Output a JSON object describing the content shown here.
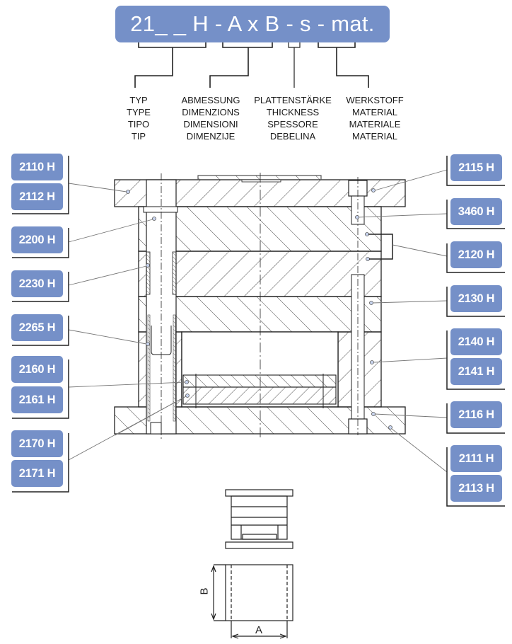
{
  "designation": {
    "code_format": "21_ _ H - A x B - s - mat.",
    "columns": [
      {
        "key": "type",
        "lines": [
          "TYP",
          "TYPE",
          "TIPO",
          "TIP"
        ]
      },
      {
        "key": "dimensions",
        "lines": [
          "ABMESSUNG",
          "DIMENZIONS",
          "DIMENSIONI",
          "DIMENZIJE"
        ]
      },
      {
        "key": "thickness",
        "lines": [
          "PLATTENSTÄRKE",
          "THICKNESS",
          "SPESSORE",
          "DEBELINA"
        ]
      },
      {
        "key": "material",
        "lines": [
          "WERKSTOFF",
          "MATERIAL",
          "MATERIALE",
          "MATERIAL"
        ]
      }
    ]
  },
  "left_tags": [
    {
      "group": "top-clamp-plate",
      "labels": [
        "2110 H",
        "2112 H"
      ]
    },
    {
      "group": "guide-pillar",
      "labels": [
        "2200 H"
      ]
    },
    {
      "group": "guide-bush",
      "labels": [
        "2230 H"
      ]
    },
    {
      "group": "centering-sleeve",
      "labels": [
        "2265 H"
      ]
    },
    {
      "group": "ejector-plates",
      "labels": [
        "2160 H",
        "2161 H"
      ]
    },
    {
      "group": "ejector-elements",
      "labels": [
        "2170 H",
        "2171 H"
      ]
    }
  ],
  "right_tags": [
    {
      "group": "screw-top",
      "labels": [
        "2115 H"
      ]
    },
    {
      "group": "screw-cavity",
      "labels": [
        "3460 H"
      ]
    },
    {
      "group": "mold-plates",
      "labels": [
        "2120 H"
      ]
    },
    {
      "group": "support-plate",
      "labels": [
        "2130 H"
      ]
    },
    {
      "group": "spacer-blocks",
      "labels": [
        "2140 H",
        "2141 H"
      ]
    },
    {
      "group": "screw-bottom",
      "labels": [
        "2116 H"
      ]
    },
    {
      "group": "bottom-clamp-plate",
      "labels": [
        "2111 H",
        "2113 H"
      ]
    }
  ],
  "dimension_labels": {
    "width": "A",
    "length": "B"
  },
  "colors": {
    "tag_fill": "#7590c8",
    "tag_text": "#ffffff",
    "line": "#222222",
    "hatch": "#333333",
    "marker": "#c8d4ee"
  }
}
